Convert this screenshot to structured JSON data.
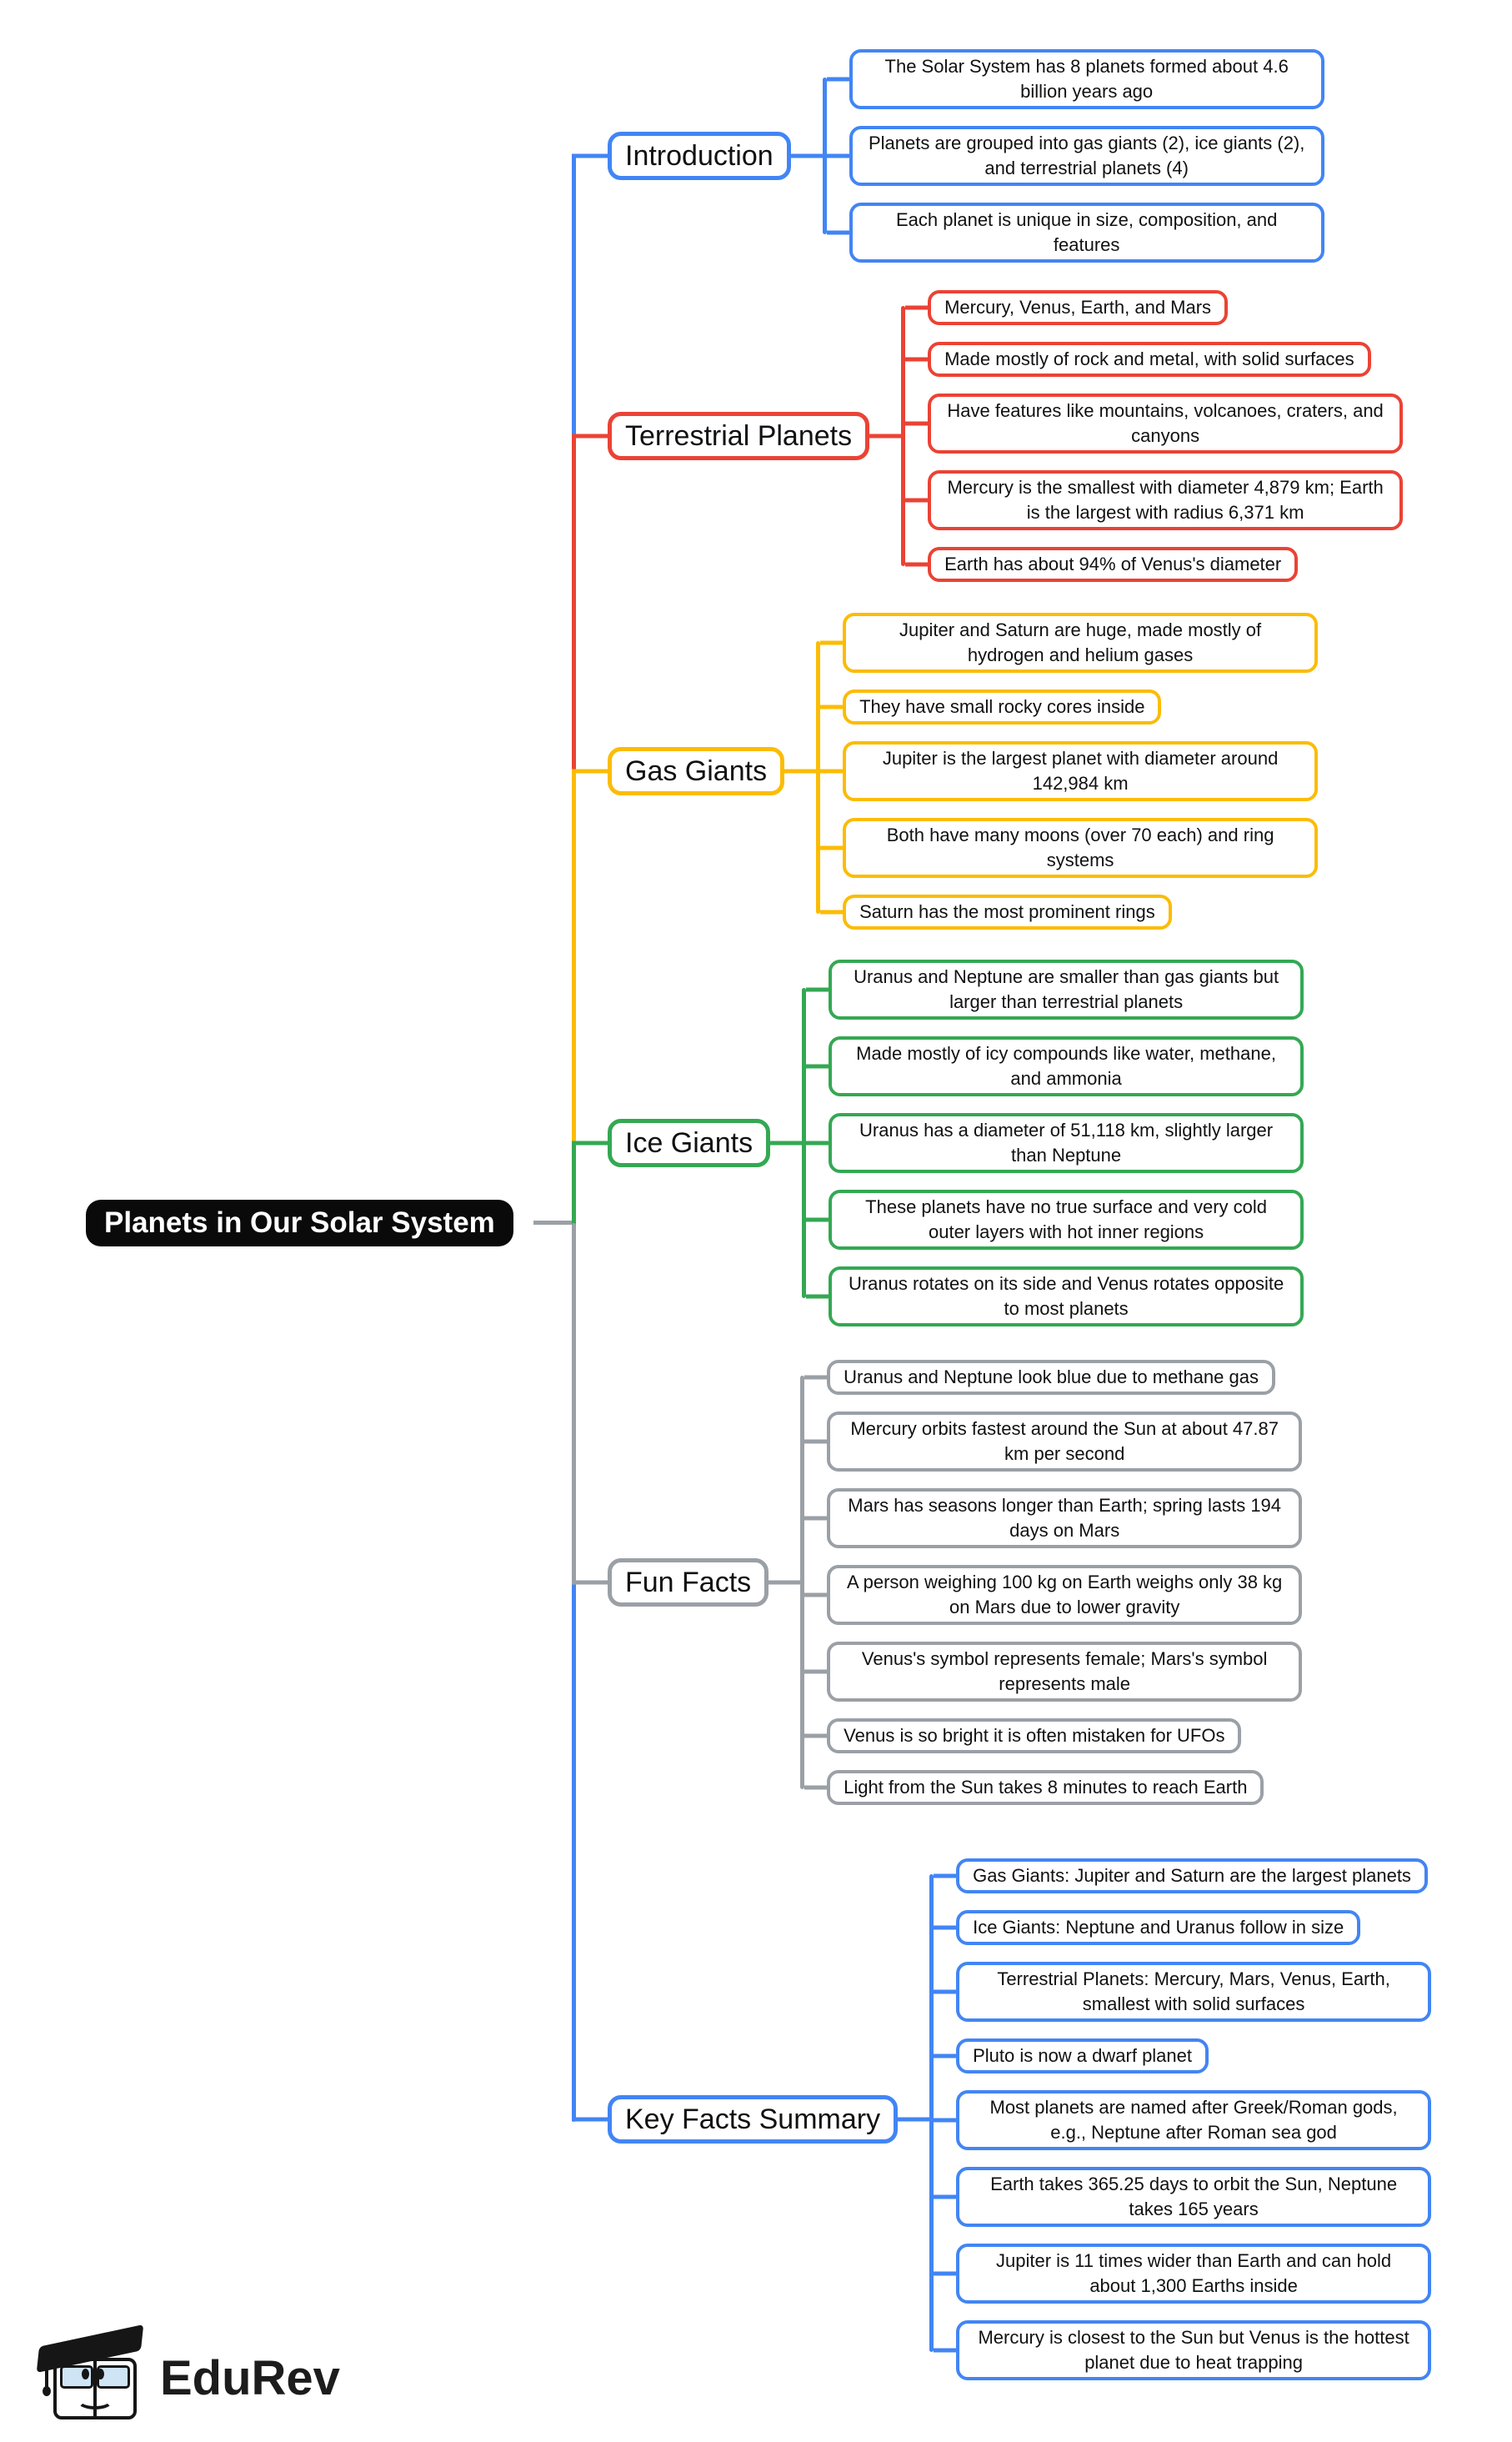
{
  "central": {
    "title": "Planets in Our Solar System",
    "bg": "#0a0a0a",
    "text_color": "#ffffff"
  },
  "branding": {
    "name": "EduRev",
    "icon": "graduation-cap-book-mascot"
  },
  "colors": {
    "blue": "#4285F4",
    "red": "#EA4335",
    "yellow": "#FBBC05",
    "green": "#34A853",
    "gray": "#9AA0A6",
    "connector_center": "#9AA0A6"
  },
  "branches": [
    {
      "label": "Introduction",
      "color": "#4285F4",
      "leaves": [
        "The Solar System has 8 planets formed about 4.6 billion years ago",
        "Planets are grouped into gas giants (2), ice giants (2), and terrestrial planets (4)",
        "Each planet is unique in size, composition, and features"
      ]
    },
    {
      "label": "Terrestrial Planets",
      "color": "#EA4335",
      "leaves": [
        "Mercury, Venus, Earth, and Mars",
        "Made mostly of rock and metal, with solid surfaces",
        "Have features like mountains, volcanoes, craters, and canyons",
        "Mercury is the smallest with diameter 4,879 km; Earth is the largest with radius 6,371 km",
        "Earth has about 94% of Venus's diameter"
      ]
    },
    {
      "label": "Gas Giants",
      "color": "#FBBC05",
      "leaves": [
        "Jupiter and Saturn are huge, made mostly of hydrogen and helium gases",
        "They have small rocky cores inside",
        "Jupiter is the largest planet with diameter around 142,984 km",
        "Both have many moons (over 70 each) and ring systems",
        "Saturn has the most prominent rings"
      ]
    },
    {
      "label": "Ice Giants",
      "color": "#34A853",
      "leaves": [
        "Uranus and Neptune are smaller than gas giants but larger than terrestrial planets",
        "Made mostly of icy compounds like water, methane, and ammonia",
        "Uranus has a diameter of 51,118 km, slightly larger than Neptune",
        "These planets have no true surface and very cold outer layers with hot inner regions",
        "Uranus rotates on its side and Venus rotates opposite to most planets"
      ]
    },
    {
      "label": "Fun Facts",
      "color": "#9AA0A6",
      "leaves": [
        "Uranus and Neptune look blue due to methane gas",
        "Mercury orbits fastest around the Sun at about 47.87 km per second",
        "Mars has seasons longer than Earth; spring lasts 194 days on Mars",
        "A person weighing 100 kg on Earth weighs only 38 kg on Mars due to lower gravity",
        "Venus's symbol represents female; Mars's symbol represents male",
        "Venus is so bright it is often mistaken for UFOs",
        "Light from the Sun takes 8 minutes to reach Earth"
      ]
    },
    {
      "label": "Key Facts Summary",
      "color": "#4285F4",
      "leaves": [
        "Gas Giants: Jupiter and Saturn are the largest planets",
        "Ice Giants: Neptune and Uranus follow in size",
        "Terrestrial Planets: Mercury, Mars, Venus, Earth, smallest with solid surfaces",
        "Pluto is now a dwarf planet",
        "Most planets are named after Greek/Roman gods, e.g., Neptune after Roman sea god",
        "Earth takes 365.25 days to orbit the Sun, Neptune takes 165 years",
        "Jupiter is 11 times wider than Earth and can hold about 1,300 Earths inside",
        "Mercury is closest to the Sun but Venus is the hottest planet due to heat trapping"
      ]
    }
  ]
}
